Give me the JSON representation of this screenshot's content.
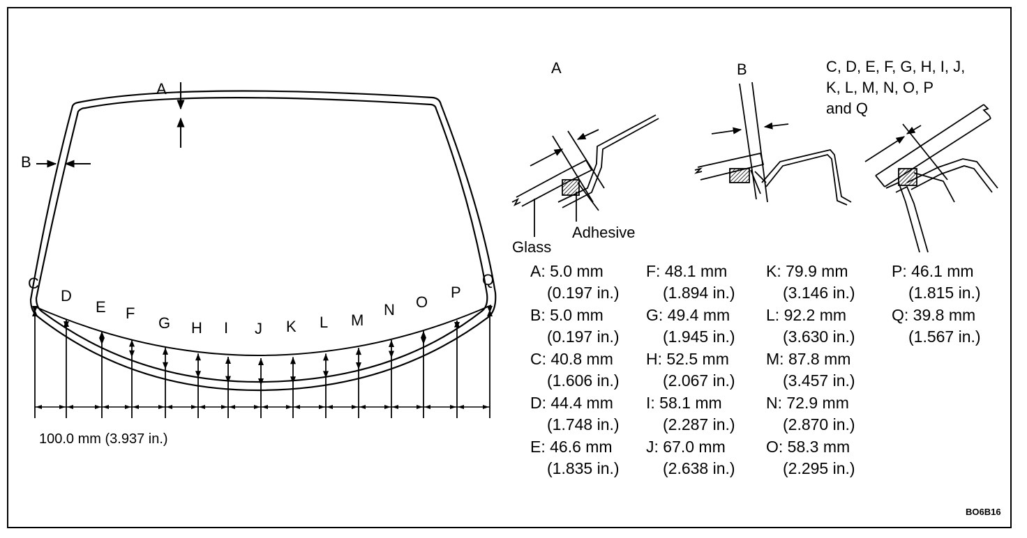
{
  "views": {
    "a_title": "A",
    "b_title": "B",
    "c_title_lines": [
      "C, D, E, F, G, H, I, J,",
      "K, L, M, N, O, P",
      "and Q"
    ],
    "glass_label": "Glass",
    "adhesive_label": "Adhesive"
  },
  "windshield": {
    "top_label": "A",
    "side_label": "B",
    "point_labels": [
      "C",
      "D",
      "E",
      "F",
      "G",
      "H",
      "I",
      "J",
      "K",
      "L",
      "M",
      "N",
      "O",
      "P",
      "Q"
    ],
    "spacing_label": "100.0 mm (3.937 in.)"
  },
  "specs": [
    {
      "mm": "A: 5.0 mm",
      "inch": "(0.197 in.)"
    },
    {
      "mm": "B: 5.0 mm",
      "inch": "(0.197 in.)"
    },
    {
      "mm": "C: 40.8 mm",
      "inch": "(1.606 in.)"
    },
    {
      "mm": "D: 44.4 mm",
      "inch": "(1.748 in.)"
    },
    {
      "mm": "E: 46.6 mm",
      "inch": "(1.835 in.)"
    },
    {
      "mm": "F: 48.1 mm",
      "inch": "(1.894 in.)"
    },
    {
      "mm": "G: 49.4 mm",
      "inch": "(1.945 in.)"
    },
    {
      "mm": "H: 52.5 mm",
      "inch": "(2.067 in.)"
    },
    {
      "mm": "I: 58.1 mm",
      "inch": "(2.287 in.)"
    },
    {
      "mm": "J: 67.0 mm",
      "inch": "(2.638 in.)"
    },
    {
      "mm": "K: 79.9 mm",
      "inch": "(3.146 in.)"
    },
    {
      "mm": "L: 92.2 mm",
      "inch": "(3.630 in.)"
    },
    {
      "mm": "M: 87.8 mm",
      "inch": "(3.457 in.)"
    },
    {
      "mm": "N: 72.9 mm",
      "inch": "(2.870 in.)"
    },
    {
      "mm": "O: 58.3 mm",
      "inch": "(2.295 in.)"
    },
    {
      "mm": "P: 46.1 mm",
      "inch": "(1.815 in.)"
    },
    {
      "mm": "Q: 39.8 mm",
      "inch": "(1.567 in.)"
    }
  ],
  "figure_code": "BO6B16"
}
